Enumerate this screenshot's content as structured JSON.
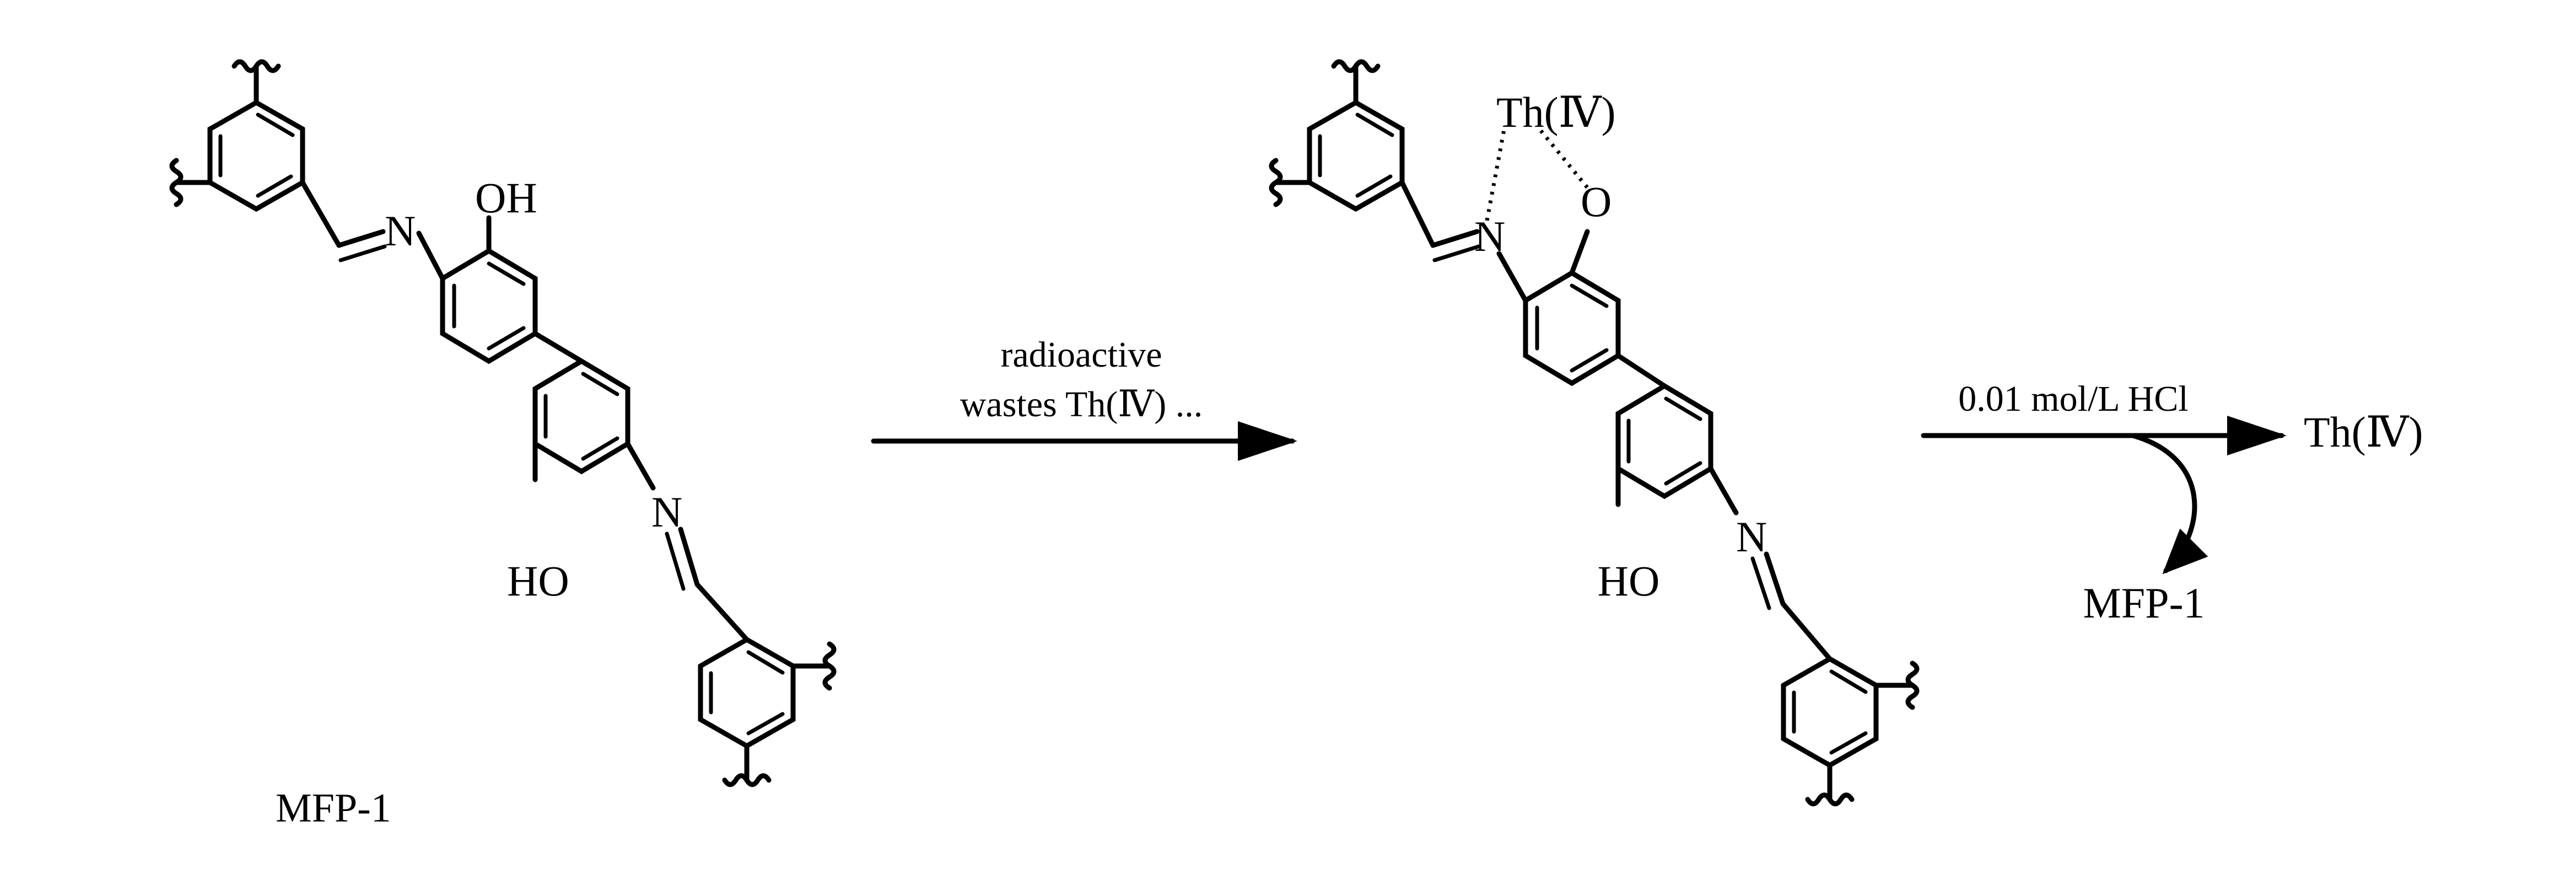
{
  "reactant": {
    "oh_top": "OH",
    "n_top": "N",
    "ho_bottom": "HO",
    "n_bottom": "N",
    "caption": "MFP-1"
  },
  "reaction1": {
    "line1": "radioactive",
    "line2": "wastes Th(Ⅳ) ..."
  },
  "complex": {
    "metal": "Th(Ⅳ)",
    "o_top": "O",
    "n_top": "N",
    "ho_bottom": "HO",
    "n_bottom": "N"
  },
  "reaction2": {
    "condition": "0.01 mol/L HCl",
    "product": "Th(Ⅳ)",
    "recovered": "MFP-1"
  }
}
